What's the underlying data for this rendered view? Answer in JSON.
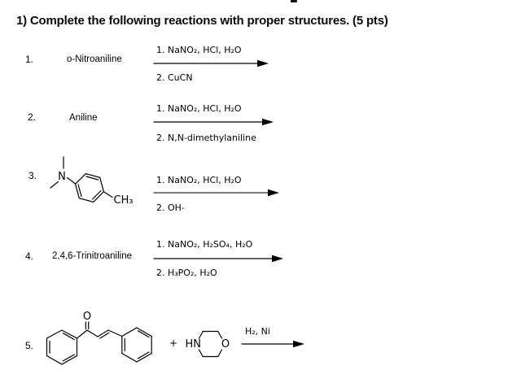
{
  "page": {
    "title": "1) Complete the following reactions with proper structures. (5 pts)"
  },
  "reactions": [
    {
      "number": "1.",
      "reactant": "o-Nitroaniline",
      "conditions_above": "1. NaNO₂, HCl, H₂O",
      "conditions_below": "2. CuCN"
    },
    {
      "number": "2.",
      "reactant": "Aniline",
      "conditions_above": "1. NaNO₂, HCl, H₂O",
      "conditions_below": "2. N,N-dimethylaniline"
    },
    {
      "number": "3.",
      "atom_labels": {
        "nitrogen": "N",
        "ring_methyl": "CH₃"
      },
      "conditions_above": "1. NaNO₂, HCl, H₂O",
      "conditions_below": "2. OH-"
    },
    {
      "number": "4.",
      "reactant": "2,4,6-Trinitroaniline",
      "conditions_above": "1. NaNO₂, H₂SO₄, H₂O",
      "conditions_below": "2. H₃PO₂, H₂O"
    },
    {
      "number": "5.",
      "atom_labels": {
        "ketone_oxygen": "O",
        "plus": "+",
        "amine": "HN",
        "ring_oxygen": "O"
      },
      "conditions_above": "H₂, Ni"
    }
  ]
}
